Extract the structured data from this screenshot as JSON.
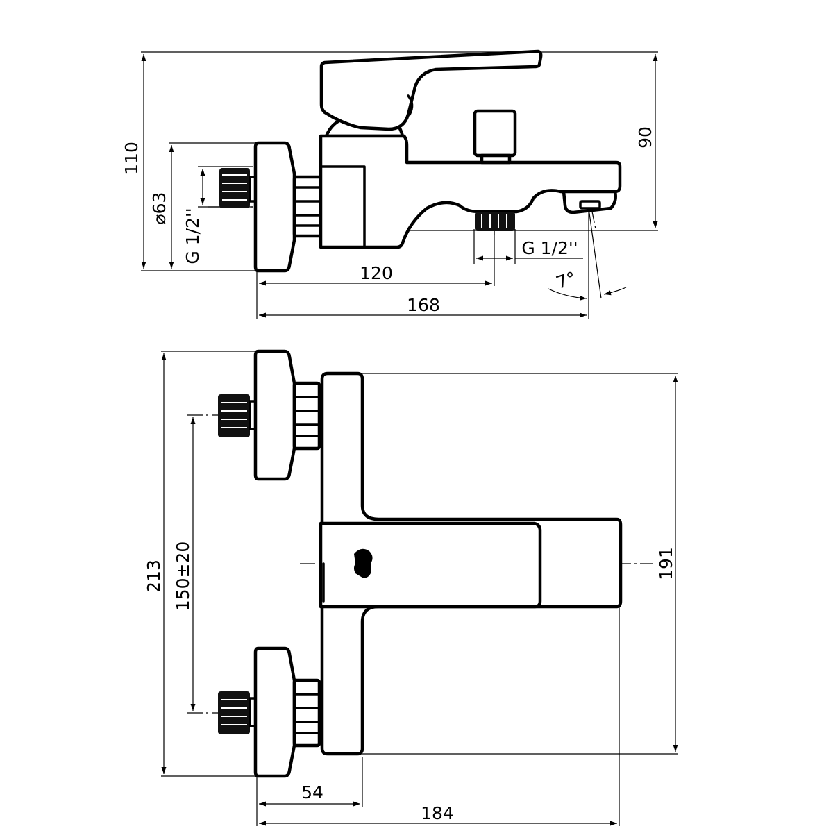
{
  "side_view": {
    "dims": {
      "height_total": "110",
      "height_body": "90",
      "flange_diameter": "⌀63",
      "inlet_thread": "G 1/2''",
      "outlet_thread": "G 1/2''",
      "outlet_distance": "120",
      "depth_total": "168",
      "spout_angle": "7°"
    }
  },
  "top_view": {
    "dims": {
      "width_total": "213",
      "inlet_spacing": "150±20",
      "body_height": "191",
      "body_offset": "54",
      "depth_total": "184"
    }
  },
  "colors": {
    "line": "#000000",
    "background": "#ffffff",
    "thread": "#111111"
  }
}
